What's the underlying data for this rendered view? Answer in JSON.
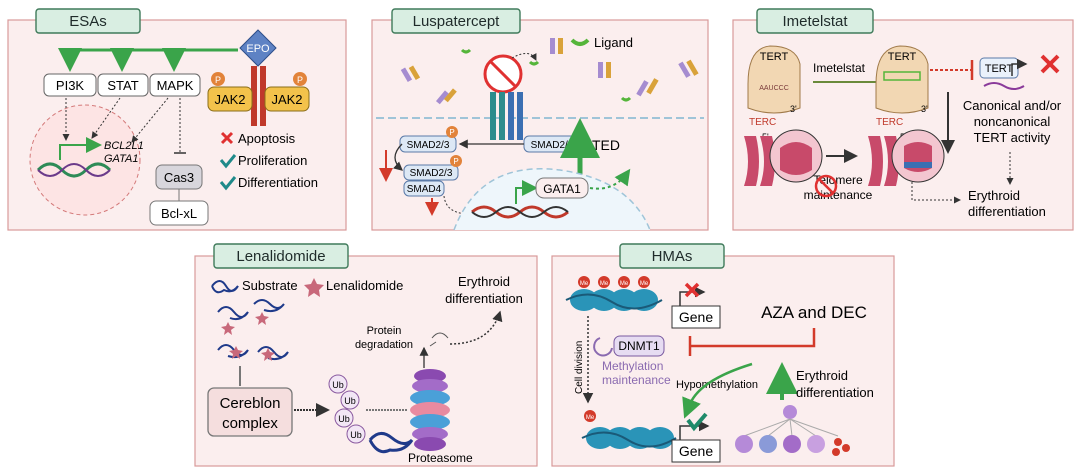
{
  "colors": {
    "panel_bg": "#fbeeee",
    "panel_border": "#d99a9a",
    "title_bg": "#d9eee2",
    "title_border": "#3f7a5a",
    "arrow_green": "#3aa44a",
    "check_teal": "#1f8a8a",
    "inhibit_red": "#d33a2a"
  },
  "esas": {
    "title": "ESAs",
    "pathways": [
      "PI3K",
      "STAT",
      "MAPK"
    ],
    "epo": "EPO",
    "jak_left": "JAK2",
    "jak_right": "JAK2",
    "phospho": "P",
    "genes": [
      "BCL2L1",
      "GATA1"
    ],
    "cas3": "Cas3",
    "bclxl": "Bcl-xL",
    "legend": [
      {
        "icon": "cross-icon",
        "label": "Apoptosis"
      },
      {
        "icon": "check-icon",
        "label": "Proliferation"
      },
      {
        "icon": "check-icon",
        "label": "Differentiation"
      }
    ]
  },
  "luspatercept": {
    "title": "Luspatercept",
    "ligand": "Ligand",
    "smad_left": "SMAD2/3",
    "smad_right": "SMAD2/3",
    "smad_complex_top": "SMAD2/3",
    "smad_complex_bottom": "SMAD4",
    "phospho": "P",
    "ted": "TED",
    "gata1": "GATA1"
  },
  "imetelstat": {
    "title": "Imetelstat",
    "tert": "TERT",
    "aauccc": "AAUCCC",
    "terc": "TERC",
    "prime5": "5'",
    "prime3": "3'",
    "drug": "Imetelstat",
    "tert_gene": "TERT",
    "activity": [
      "Canonical and/or",
      "noncanonical",
      "TERT activity"
    ],
    "telomere": [
      "Telomere",
      "maintenance"
    ],
    "outcome": [
      "Erythroid",
      "differentiation"
    ]
  },
  "lenalidomide": {
    "title": "Lenalidomide",
    "substrate": "Substrate",
    "drug": "Lenalidomide",
    "cereblon": [
      "Cereblon",
      "complex"
    ],
    "ub": "Ub",
    "protein_degradation": [
      "Protein",
      "degradation"
    ],
    "outcome": [
      "Erythroid",
      "differentiation"
    ],
    "proteasome": "Proteasome"
  },
  "hmas": {
    "title": "HMAs",
    "me": "Me",
    "gene_top": "Gene",
    "gene_bottom": "Gene",
    "drugs": "AZA and DEC",
    "dnmt1": "DNMT1",
    "methylation": [
      "Methylation",
      "maintenance"
    ],
    "cell_division": "Cell division",
    "hypomethylation": "Hypomethylation",
    "outcome": [
      "Erythroid",
      "differentiation"
    ]
  }
}
